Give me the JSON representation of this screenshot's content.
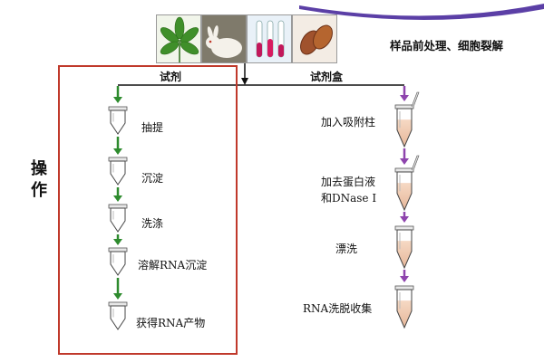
{
  "colors": {
    "frame": "#c0392b",
    "reagent_arrow": "#2e8b2e",
    "kit_arrow": "#8e44ad",
    "swoosh": "#5b3fa6"
  },
  "header": {
    "title": "样品前处理、细胞裂解",
    "sample_icons": [
      "plant-leaf-icon",
      "rabbit-icon",
      "blood-tubes-icon",
      "bean-icon"
    ]
  },
  "branches": {
    "reagent": "试剂",
    "kit": "试剂盒"
  },
  "side_label": [
    "操",
    "作"
  ],
  "reagent_steps": [
    "抽提",
    "沉淀",
    "洗涤",
    "溶解RNA沉淀",
    "获得RNA产物"
  ],
  "kit_steps": [
    "加入吸附柱",
    "加去蛋白液",
    "和DNase I",
    "漂洗",
    "RNA洗脱收集"
  ]
}
